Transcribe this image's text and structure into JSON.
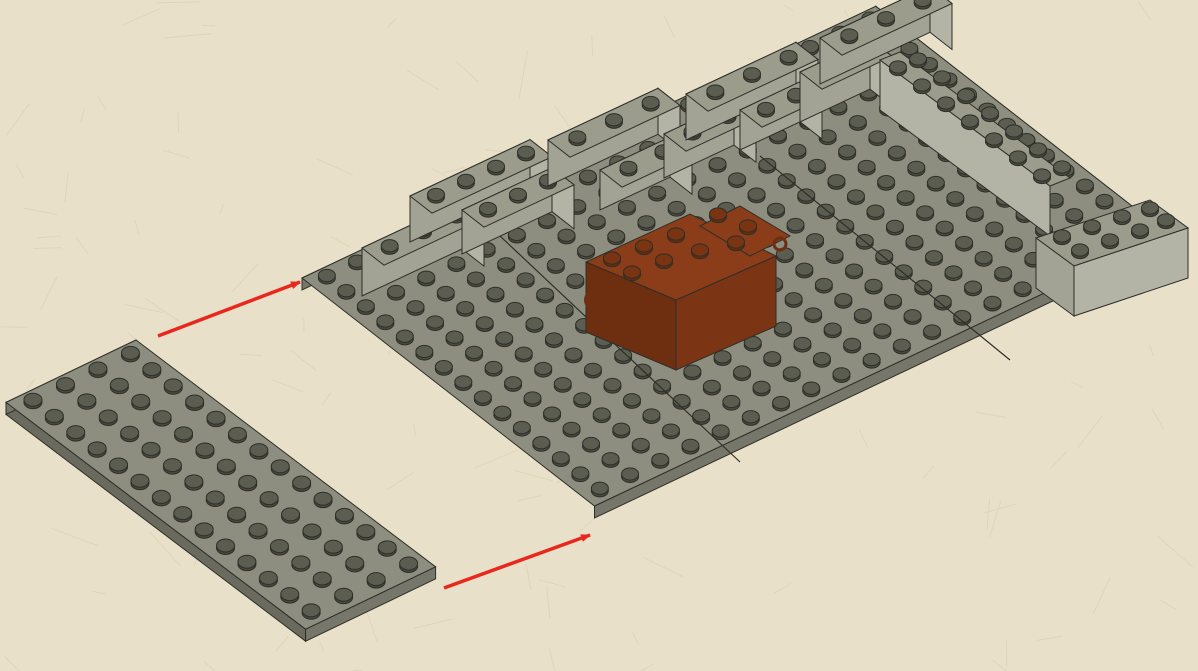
{
  "colors": {
    "background": "#e9e0c9",
    "paper_fiber": "#d9ccae",
    "plate_top": "#8d8e7f",
    "plate_side": "#76776a",
    "plate_front": "#6a6b5e",
    "stud_top": "#5b5d50",
    "stud_side": "#484a3f",
    "outline": "#2e2f29",
    "wall_top": "#9b9c8c",
    "wall_left": "#a2a394",
    "wall_right": "#b3b4a5",
    "brick_top": "#8a3d18",
    "brick_left": "#6e2e10",
    "brick_right": "#7c3514",
    "brick_stud": "#6b2c0e",
    "arrow": "#e8281f"
  },
  "icons": {
    "arrow": "arrow-right-icon",
    "stud": "stud-circle-icon"
  },
  "parts": [
    "loose-plate-4x12",
    "baseplate-assembly",
    "back-wall",
    "right-wall",
    "reddish-brown-cockpit"
  ],
  "steps": {
    "arrow_count": 2,
    "action": "attach-plate"
  }
}
